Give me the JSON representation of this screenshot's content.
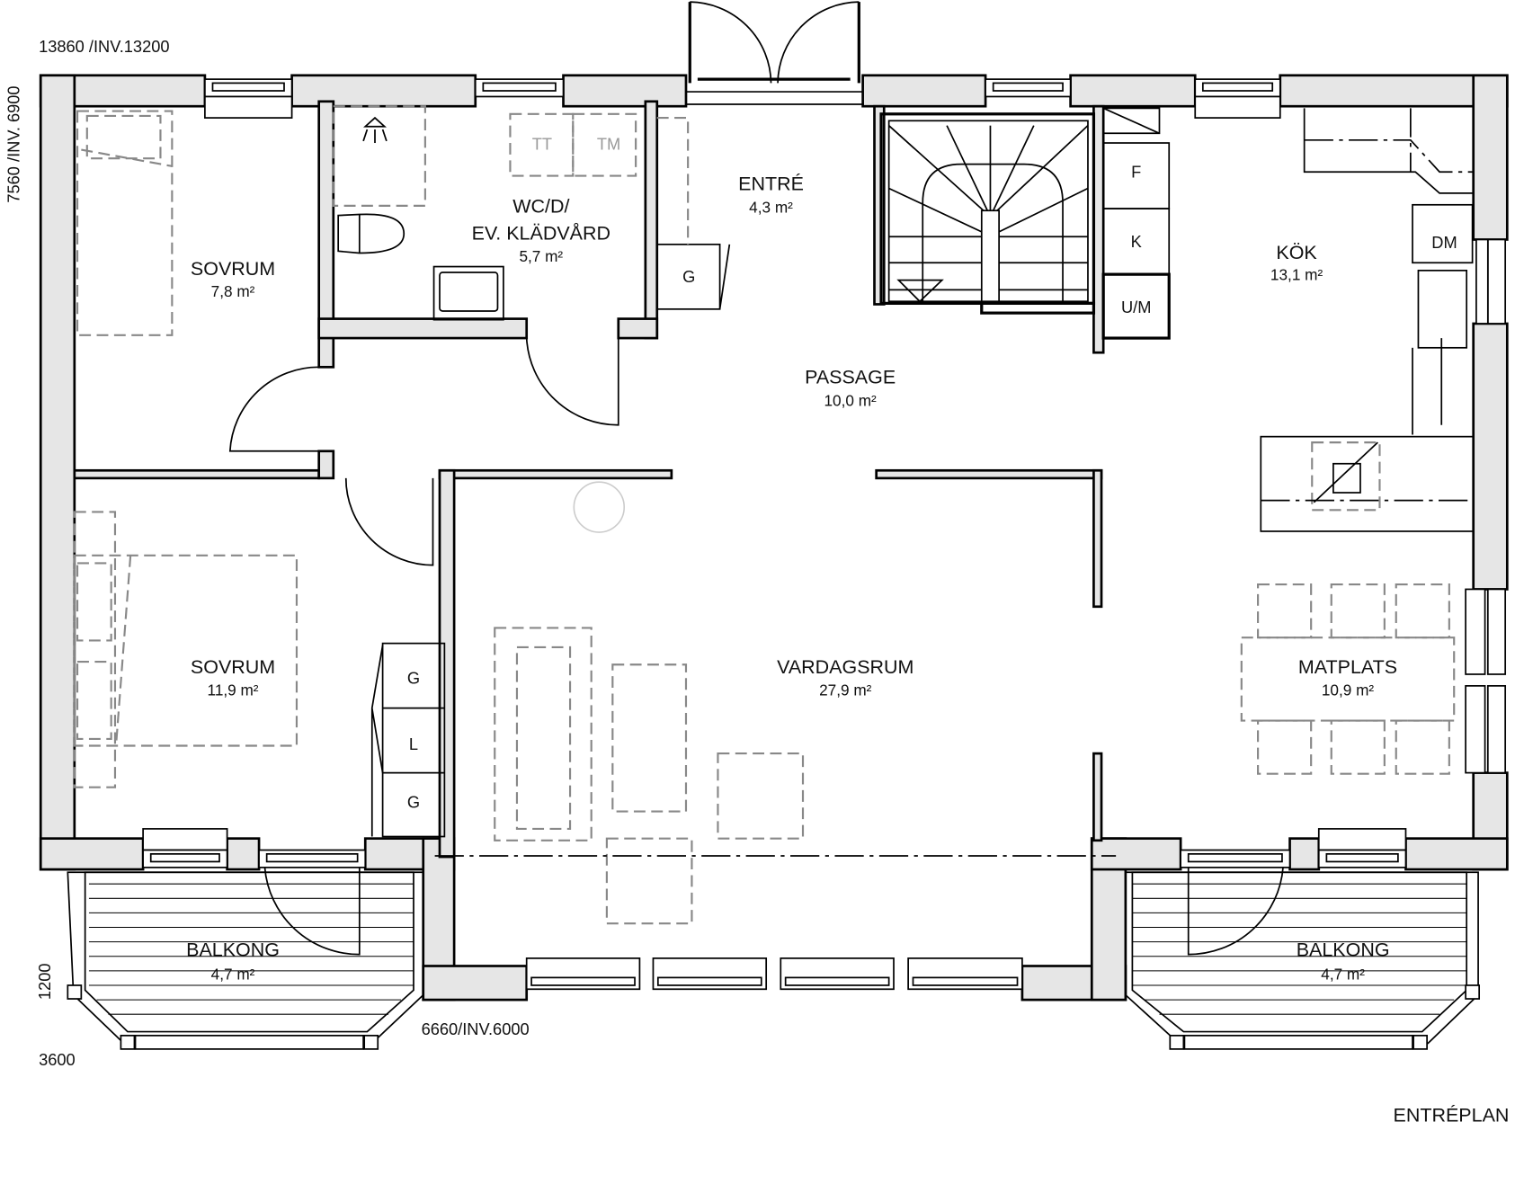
{
  "dimensions": {
    "top_width": "13860 /INV.13200",
    "left_height": "7560 /INV. 6900",
    "balcony_depth": "1200",
    "balcony_width": "3600",
    "living_bay": "6660/INV.6000"
  },
  "plan_title": "ENTRÉPLAN",
  "rooms": [
    {
      "name": "SOVRUM",
      "area": "7,8 m²"
    },
    {
      "name": "WC/D/",
      "name2": "EV. KLÄDVÅRD",
      "area": "5,7 m²"
    },
    {
      "name": "ENTRÉ",
      "area": "4,3 m²"
    },
    {
      "name": "KÖK",
      "area": "13,1 m²"
    },
    {
      "name": "PASSAGE",
      "area": "10,0 m²"
    },
    {
      "name": "SOVRUM",
      "area": "11,9 m²"
    },
    {
      "name": "VARDAGSRUM",
      "area": "27,9 m²"
    },
    {
      "name": "MATPLATS",
      "area": "10,9 m²"
    },
    {
      "name": "BALKONG",
      "area": "4,7 m²"
    },
    {
      "name": "BALKONG",
      "area": "4,7 m²"
    }
  ],
  "fixtures": {
    "tt": "TT",
    "tm": "TM",
    "entry_wardrobe": "G",
    "fridge": "F",
    "freezer": "K",
    "oven_micro": "U/M",
    "dishwasher": "DM",
    "bedroom_wardrobes": [
      "G",
      "L",
      "G"
    ]
  },
  "colors": {
    "wall_fill": "#e6e6e6",
    "line": "#000000",
    "furniture": "#888888"
  }
}
